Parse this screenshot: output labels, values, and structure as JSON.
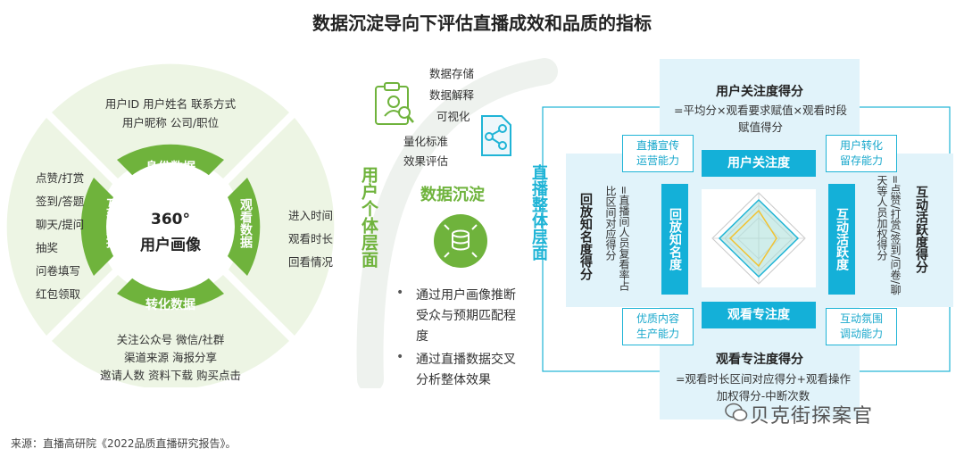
{
  "title": "数据沉淀导向下评估直播成效和品质的指标",
  "source": "来源：直播高研院《2022品质直播研究报告》。",
  "watermark": "贝克街探案官",
  "wheel": {
    "center_line1": "360°",
    "center_line2": "用户画像",
    "segments": [
      {
        "label": "身份数据",
        "items": [
          "用户ID  用户姓名  联系方式",
          "用户昵称  公司/职位"
        ]
      },
      {
        "label": "观看数据",
        "items": [
          "进入时间",
          "观看时长",
          "回看情况"
        ]
      },
      {
        "label": "转化数据",
        "items": [
          "关注公众号  微信/社群",
          "渠道来源   海报分享",
          "邀请人数 资料下载  购买点击"
        ]
      },
      {
        "label": "互动数据",
        "items": [
          "点赞/打赏",
          "签到/答题",
          "聊天/提问",
          "抽奖",
          "问卷填写",
          "红包领取"
        ]
      }
    ]
  },
  "middle": {
    "side_label": "用户个体层面",
    "process_items": [
      "数据存储",
      "数据解释",
      "可视化",
      "量化标准",
      "效果评估"
    ],
    "heading": "数据沉淀",
    "bullets": [
      "通过用户画像推断受众与预期匹配程度",
      "通过直播数据交叉分析整体效果"
    ]
  },
  "right": {
    "side_label": "直播整体层面",
    "top": {
      "title": "用户关注度得分",
      "desc": "=平均分×观看要求赋值×观看时段赋值得分"
    },
    "bottom": {
      "title": "观看专注度得分",
      "desc": "=观看时长区间对应得分+观看操作加权得分-中断次数"
    },
    "left": {
      "title": "回放知名度得分",
      "desc": "=直播间人员复看率占比区间对应得分"
    },
    "right": {
      "title": "互动活跃度得分",
      "desc": "=点赞/打赏/签到/问卷/聊天等人员加权得分"
    },
    "axes": {
      "top": "用户关注度",
      "bottom": "观看专注度",
      "left": "回放知名度",
      "right": "互动活跃度"
    },
    "corners": {
      "tl": "直播宣传运营能力",
      "tr": "用户转化留存能力",
      "bl": "优质内容生产能力",
      "br": "互动氛围调动能力"
    }
  }
}
